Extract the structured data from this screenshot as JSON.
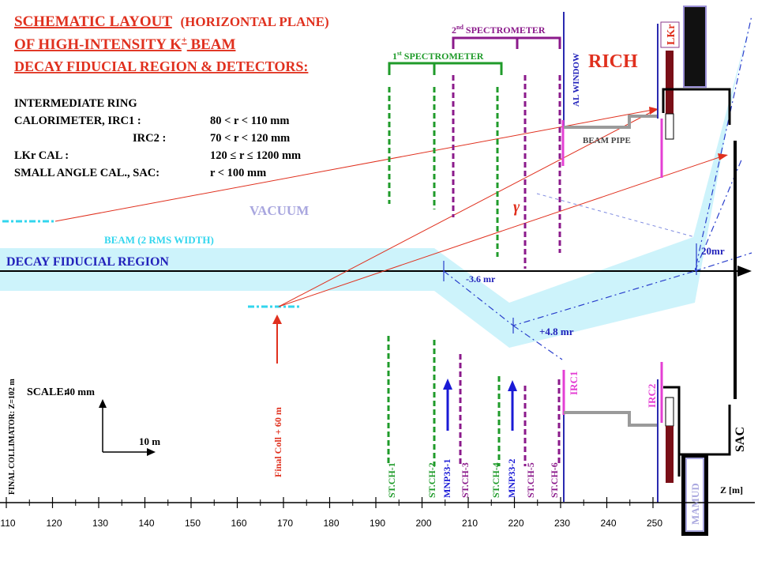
{
  "title": {
    "line1_main": "SCHEMATIC LAYOUT",
    "line1_rest": "(HORIZONTAL PLANE)",
    "line2_a": "OF HIGH-INTENSITY K",
    "line2_sup": "+",
    "line2_b": " BEAM",
    "line3": "DECAY FIDUCIAL REGION & DETECTORS:"
  },
  "info": {
    "l1": "INTERMEDIATE RING",
    "l2": "CALORIMETER, IRC1 :",
    "l2v": "80 < r < 110 mm",
    "l3": "IRC2 :",
    "l3v": "70 < r < 120 mm",
    "l4": "LKr CAL :",
    "l4v": "120 ≤ r ≤ 1200 mm",
    "l5": "SMALL ANGLE CAL., SAC:",
    "l5v": "r < 100 mm"
  },
  "labels": {
    "spec1_sup": "st",
    "spec1_num": "1",
    "spec1": " SPECTROMETER",
    "spec2_num": "2",
    "spec2_sup": "nd",
    "spec2": " SPECTROMETER",
    "al_window": "AL WINDOW",
    "rich": "RICH",
    "lkr": "LKr",
    "beam_pipe": "BEAM PIPE",
    "vacuum": "VACUUM",
    "gamma": "γ",
    "beam": "BEAM (2 RMS WIDTH)",
    "decay_region": "DECAY FIDUCIAL REGION",
    "angle_20": "20mr",
    "angle_36": "-3.6 mr",
    "angle_48": "+4.8 mr",
    "scale": "SCALE:",
    "scale_v": "40 mm",
    "scale_h": "10 m",
    "final_collimator": "FINAL COLLIMATOR: Z=102 m",
    "final_coll_60": "Final Coll + 60 m",
    "irc1": "IRC1",
    "irc2": "IRC2",
    "sac": "SAC",
    "mamud": "MAMUD",
    "z_axis": "Z [m]"
  },
  "stations": [
    "ST.CH-1",
    "ST.CH-2",
    "MNP33-1",
    "ST.CH-3",
    "ST.CH-4",
    "MNP33-2",
    "ST.CH-5",
    "ST.CH-6"
  ],
  "axis": {
    "ticks": [
      "110",
      "120",
      "130",
      "140",
      "150",
      "160",
      "170",
      "180",
      "190",
      "200",
      "210",
      "220",
      "230",
      "240",
      "250"
    ]
  },
  "colors": {
    "title_red": "#e0301e",
    "spectrometer_green": "#1f9b2a",
    "spectrometer_purple": "#8b1a8b",
    "beam_cyan": "#cdf3fb",
    "blue": "#2222bb",
    "magenta": "#e43fd4",
    "lkr_dark_red": "#7a0f17",
    "mamud_lavender": "#a9a7df"
  }
}
